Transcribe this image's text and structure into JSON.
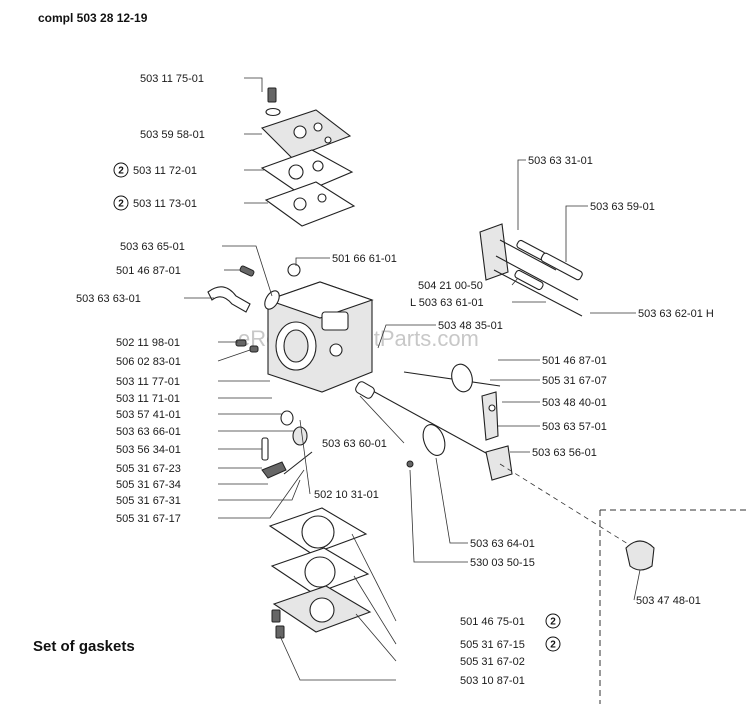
{
  "header": {
    "assembly": "compl 503 28 12-19"
  },
  "watermark": "eReplacementParts.com",
  "section_title": "Set of gaskets",
  "qty_badges": [
    "2",
    "2",
    "2",
    "2"
  ],
  "labels": {
    "l01": "503 11 75-01",
    "l02": "503 59 58-01",
    "l03": "503 11 72-01",
    "l04": "503 11 73-01",
    "l05": "503 63 65-01",
    "l06": "501 46 87-01",
    "l07": "503 63 63-01",
    "l08": "501 66 61-01",
    "l09": "502 11 98-01",
    "l10": "506 02 83-01",
    "l11": "503 11 77-01",
    "l12": "503 11 71-01",
    "l13": "503 57 41-01",
    "l14": "503 63 66-01",
    "l15": "503 56 34-01",
    "l16": "505 31 67-23",
    "l17": "505 31 67-34",
    "l18": "505 31 67-31",
    "l19": "505 31 67-17",
    "l20": "502 10 31-01",
    "l21": "503 63 60-01",
    "l22": "503 48 35-01",
    "l23": "504 21 00-50",
    "l24": "L 503 63 61-01",
    "l25": "503 63 31-01",
    "l26": "503 63 59-01",
    "l27": "503 63 62-01 H",
    "l28": "501 46 87-01",
    "l29": "505 31 67-07",
    "l30": "503 48 40-01",
    "l31": "503 63 57-01",
    "l32": "503 63 56-01",
    "l33": "503 63 64-01",
    "l34": "530 03 50-15",
    "l35": "503 47 48-01",
    "l36": "501 46 75-01",
    "l37": "505 31 67-15",
    "l38": "505 31 67-02",
    "l39": "503 10 87-01"
  }
}
